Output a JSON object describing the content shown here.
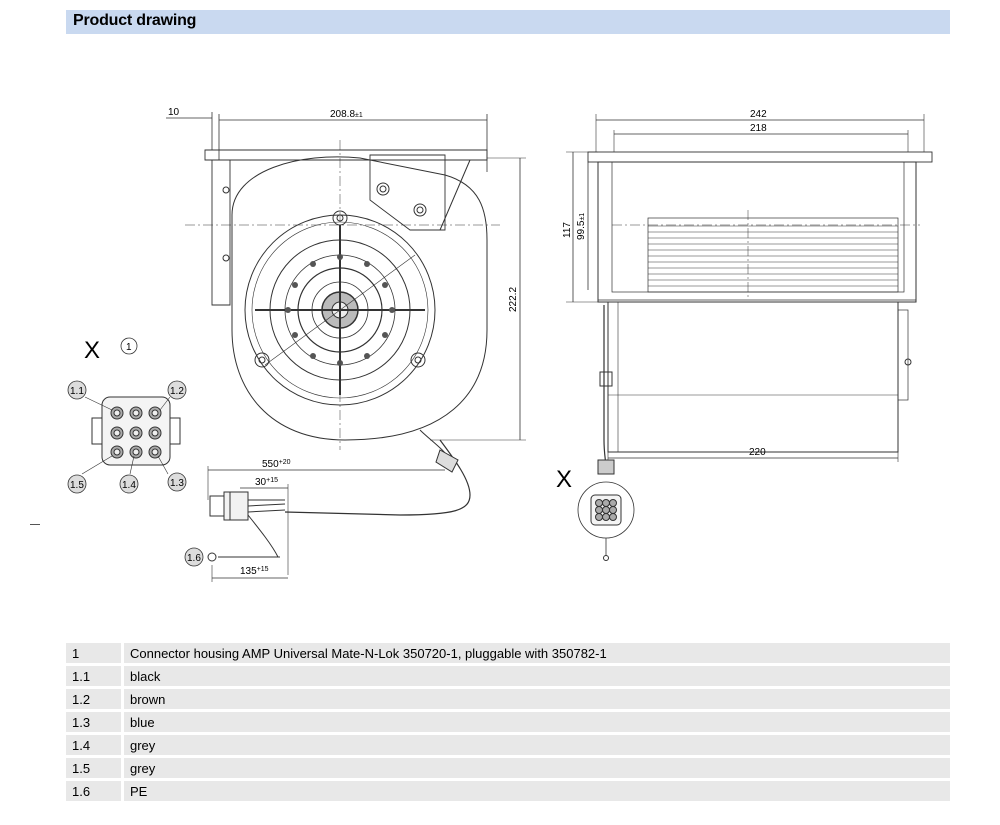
{
  "header": {
    "title": "Product drawing"
  },
  "drawing": {
    "left_view": {
      "dim_top_small": "10",
      "dim_top_width": "208.8",
      "dim_top_width_tol": "±1",
      "dim_height": "222.2",
      "cable_length": "550",
      "cable_length_tol": "+20",
      "strip_length": "30",
      "strip_length_tol": "+15",
      "pe_length": "135",
      "pe_length_tol": "+15",
      "pe_label": "1.6"
    },
    "detail_x": {
      "marker": "X",
      "ref": "1",
      "pins": [
        "1.1",
        "1.2",
        "1.3",
        "1.4",
        "1.5"
      ]
    },
    "right_view": {
      "dim_overall": "242",
      "dim_inner": "218",
      "dim_height": "117",
      "dim_inner_height": "99.5",
      "dim_inner_height_tol": "±1",
      "dim_bottom": "220",
      "marker": "X"
    }
  },
  "legend": {
    "rows": [
      {
        "num": "1",
        "desc": "Connector housing AMP Universal Mate-N-Lok 350720-1, pluggable with 350782-1"
      },
      {
        "num": "1.1",
        "desc": "black"
      },
      {
        "num": "1.2",
        "desc": "brown"
      },
      {
        "num": "1.3",
        "desc": "blue"
      },
      {
        "num": "1.4",
        "desc": "grey"
      },
      {
        "num": "1.5",
        "desc": "grey"
      },
      {
        "num": "1.6",
        "desc": "PE"
      }
    ]
  }
}
